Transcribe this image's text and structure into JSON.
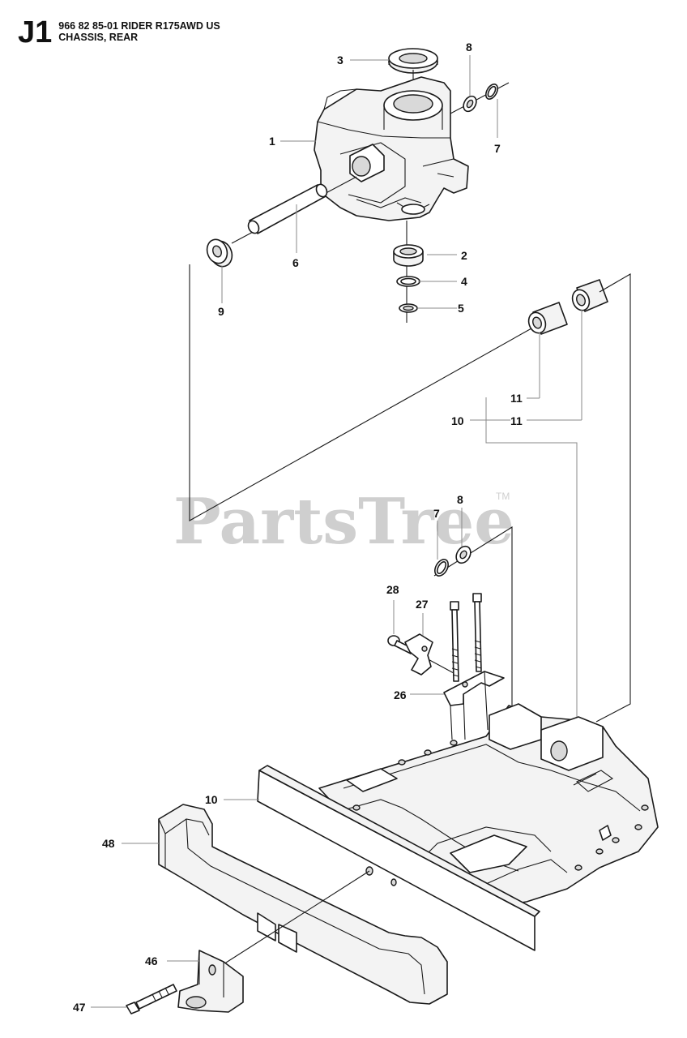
{
  "header": {
    "page_code": "J1",
    "model_line": "966 82 85-01 RIDER R175AWD US",
    "section_line": "CHASSIS, REAR"
  },
  "watermark": {
    "text": "PartsTree",
    "trademark": "TM"
  },
  "callouts": {
    "c1": "1",
    "c2": "2",
    "c3": "3",
    "c4": "4",
    "c5": "5",
    "c6": "6",
    "c7a": "7",
    "c7b": "7",
    "c8a": "8",
    "c8b": "8",
    "c9": "9",
    "c10a": "10",
    "c10b": "10",
    "c11a": "11",
    "c11b": "11",
    "c26": "26",
    "c27": "27",
    "c28": "28",
    "c46": "46",
    "c47": "47",
    "c48": "48"
  }
}
